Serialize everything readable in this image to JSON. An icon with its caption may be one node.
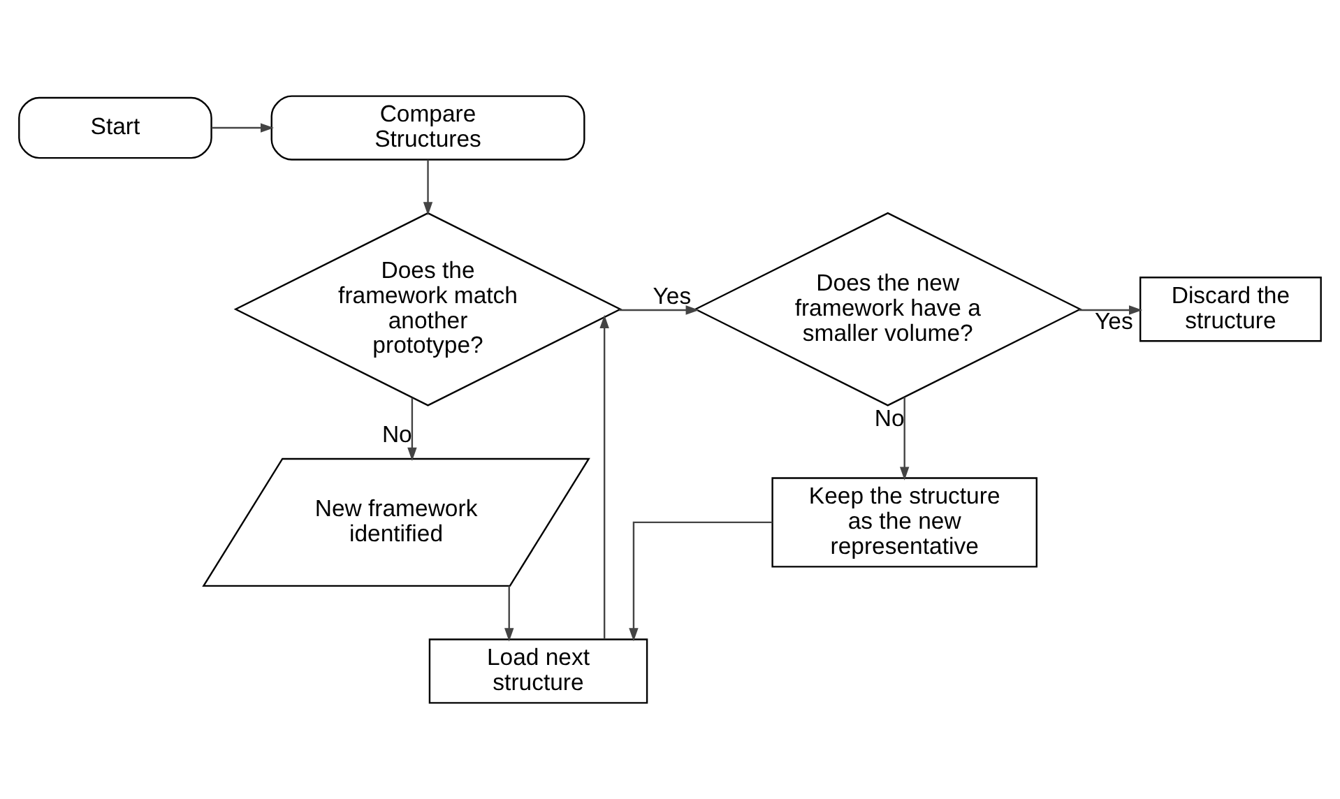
{
  "diagram": {
    "nodes": [
      {
        "text": [
          "Start"
        ]
      },
      {
        "text": [
          "Compare Structures"
        ]
      },
      {
        "text": [
          "Does the framework match another prototype?"
        ]
      },
      {
        "text": [
          "Does the new framework have a smaller volume?"
        ]
      },
      {
        "text": [
          "Discard the structure"
        ]
      },
      {
        "text": [
          "New framework identified"
        ]
      },
      {
        "text": [
          "Keep the structure as the new representative"
        ]
      },
      {
        "text": [
          "Load next structure"
        ]
      }
    ],
    "edges": [
      {
        "from": 0,
        "to": 1,
        "arrow": "to"
      },
      {
        "from": 1,
        "to": 2,
        "arrow": "to"
      },
      {
        "from": 2,
        "to": 3,
        "arrow": "to",
        "label": "Yes"
      },
      {
        "from": 3,
        "to": 4,
        "arrow": "to",
        "label": "Yes"
      },
      {
        "from": 2,
        "to": 5,
        "arrow": "to",
        "label": "No"
      },
      {
        "from": 3,
        "to": 6,
        "arrow": "to",
        "label": "No"
      },
      {
        "from": 5,
        "to": 7,
        "arrow": "to"
      },
      {
        "from": 6,
        "to": 7,
        "arrow": "to"
      },
      {
        "from": 7,
        "to": 2,
        "arrow": "to"
      }
    ]
  }
}
